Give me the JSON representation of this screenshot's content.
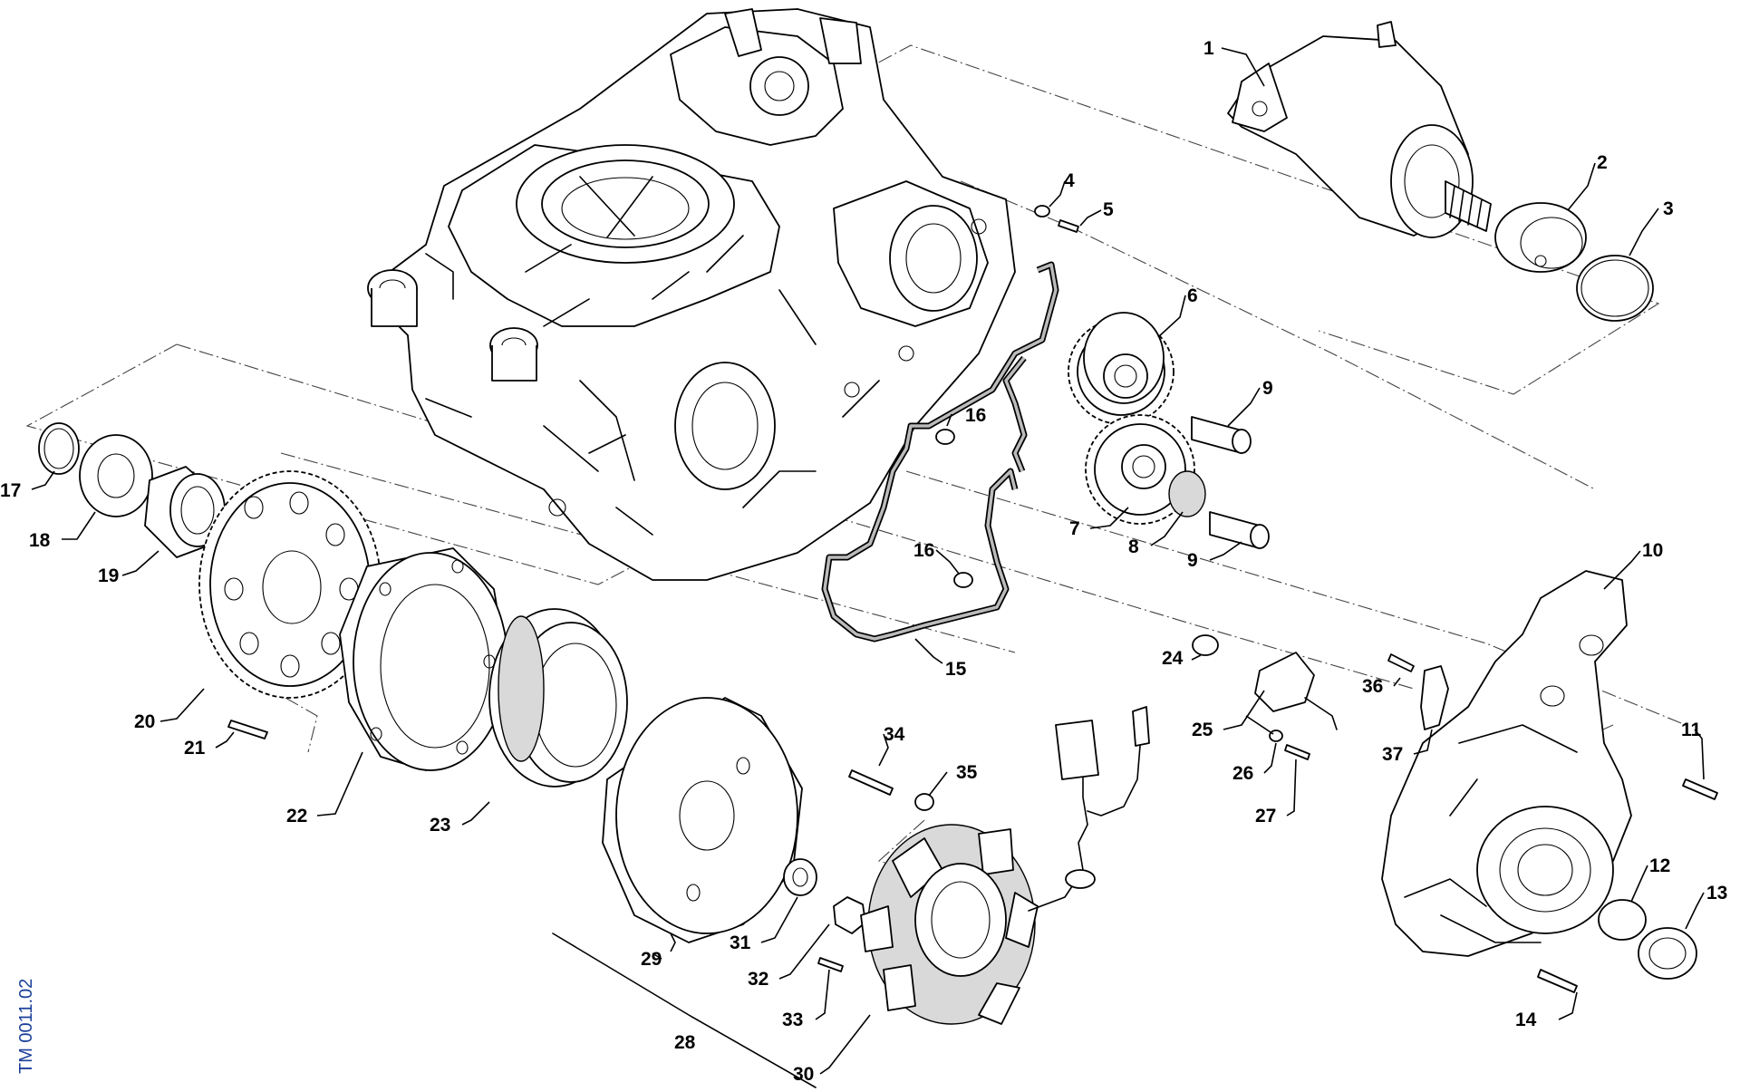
{
  "document_code": "TM 0011.02",
  "colors": {
    "line": "#000000",
    "code_text": "#1a3f9a",
    "background": "#ffffff"
  },
  "callouts": [
    {
      "id": "c1",
      "text": "1"
    },
    {
      "id": "c2",
      "text": "2"
    },
    {
      "id": "c3",
      "text": "3"
    },
    {
      "id": "c4",
      "text": "4"
    },
    {
      "id": "c5",
      "text": "5"
    },
    {
      "id": "c6",
      "text": "6"
    },
    {
      "id": "c7",
      "text": "7"
    },
    {
      "id": "c8",
      "text": "8"
    },
    {
      "id": "c9a",
      "text": "9"
    },
    {
      "id": "c9b",
      "text": "9"
    },
    {
      "id": "c10",
      "text": "10"
    },
    {
      "id": "c11",
      "text": "11"
    },
    {
      "id": "c12",
      "text": "12"
    },
    {
      "id": "c13",
      "text": "13"
    },
    {
      "id": "c14",
      "text": "14"
    },
    {
      "id": "c15",
      "text": "15"
    },
    {
      "id": "c16a",
      "text": "16"
    },
    {
      "id": "c16b",
      "text": "16"
    },
    {
      "id": "c17",
      "text": "17"
    },
    {
      "id": "c18",
      "text": "18"
    },
    {
      "id": "c19",
      "text": "19"
    },
    {
      "id": "c20",
      "text": "20"
    },
    {
      "id": "c21",
      "text": "21"
    },
    {
      "id": "c22",
      "text": "22"
    },
    {
      "id": "c23",
      "text": "23"
    },
    {
      "id": "c24",
      "text": "24"
    },
    {
      "id": "c25",
      "text": "25"
    },
    {
      "id": "c26",
      "text": "26"
    },
    {
      "id": "c27",
      "text": "27"
    },
    {
      "id": "c28",
      "text": "28"
    },
    {
      "id": "c29",
      "text": "29"
    },
    {
      "id": "c30",
      "text": "30"
    },
    {
      "id": "c31",
      "text": "31"
    },
    {
      "id": "c32",
      "text": "32"
    },
    {
      "id": "c33",
      "text": "33"
    },
    {
      "id": "c34",
      "text": "34"
    },
    {
      "id": "c35",
      "text": "35"
    },
    {
      "id": "c36",
      "text": "36"
    },
    {
      "id": "c37",
      "text": "37"
    }
  ]
}
